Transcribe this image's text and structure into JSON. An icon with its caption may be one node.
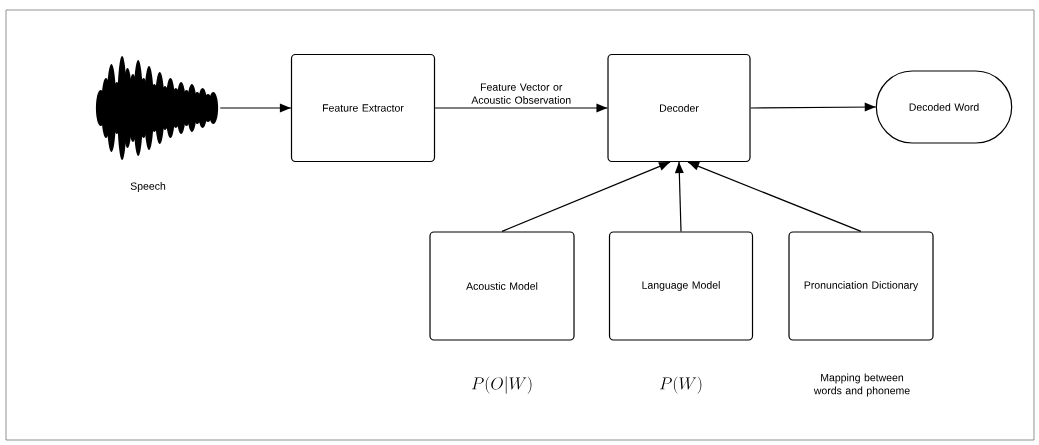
{
  "diagram": {
    "nodes": [
      {
        "text": [],
        "shape": "picture",
        "beside": [
          "Speech"
        ]
      },
      {
        "text": [
          "Feature Extractor"
        ]
      },
      {
        "text": [
          "Decoder"
        ]
      },
      {
        "text": [
          "Decoded Word"
        ]
      },
      {
        "text": [
          "Acoustic Model"
        ],
        "beside": [
          "P(O|W)"
        ]
      },
      {
        "text": [
          "Language Model"
        ],
        "beside": [
          "P(W)"
        ]
      },
      {
        "text": [
          "Pronunciation Dictionary"
        ],
        "beside": [
          "Mapping between words and phoneme"
        ]
      }
    ],
    "edges": [
      {
        "from": 0,
        "to": 1,
        "arrow": "to"
      },
      {
        "from": 1,
        "to": 2,
        "arrow": "to",
        "label": "Feature Vector or Acoustic Observation"
      },
      {
        "from": 2,
        "to": 3,
        "arrow": "to"
      },
      {
        "from": 4,
        "to": 2,
        "arrow": "to"
      },
      {
        "from": 5,
        "to": 2,
        "arrow": "to"
      },
      {
        "from": 6,
        "to": 2,
        "arrow": "to"
      }
    ]
  }
}
